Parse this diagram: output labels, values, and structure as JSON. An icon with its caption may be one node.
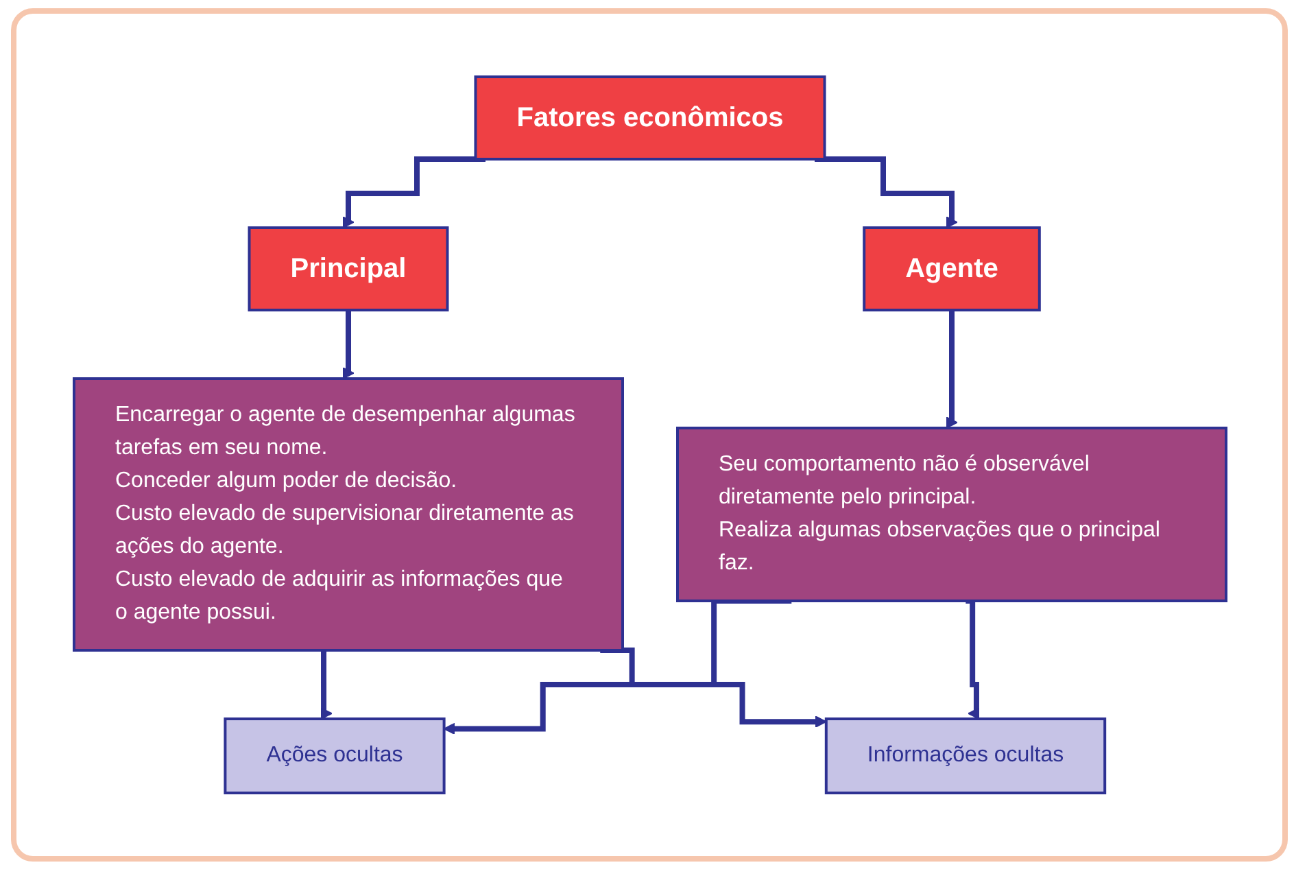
{
  "diagram": {
    "nodes": [
      {
        "text": [
          "Fatores econômicos"
        ]
      },
      {
        "text": [
          "Principal"
        ]
      },
      {
        "text": [
          "Agente"
        ]
      },
      {
        "text": [
          "Encarregar o agente de desempenhar algumas tarefas em seu nome.",
          "Conceder algum poder de decisão.",
          "Custo elevado de supervisionar diretamente as ações do agente.",
          "Custo elevado de adquirir as informações que o agente possui."
        ]
      },
      {
        "text": [
          "Ações ocultas"
        ]
      },
      {
        "text": [
          "Informações ocultas"
        ]
      },
      {
        "text": [
          "Seu comportamento não é observável diretamente pelo principal.",
          "Realiza algumas observações que o principal faz."
        ]
      }
    ],
    "edges": [
      {
        "from": 0,
        "to": 1,
        "arrow": "to"
      },
      {
        "from": 0,
        "to": 2,
        "arrow": "to"
      },
      {
        "from": 1,
        "to": 3,
        "arrow": "to"
      },
      {
        "from": 2,
        "to": 6,
        "arrow": "to"
      },
      {
        "from": 3,
        "to": 4,
        "arrow": "to"
      },
      {
        "from": 3,
        "to": 5,
        "arrow": "to"
      },
      {
        "from": 6,
        "to": 4,
        "arrow": "to"
      },
      {
        "from": 6,
        "to": 5,
        "arrow": "to"
      }
    ]
  }
}
